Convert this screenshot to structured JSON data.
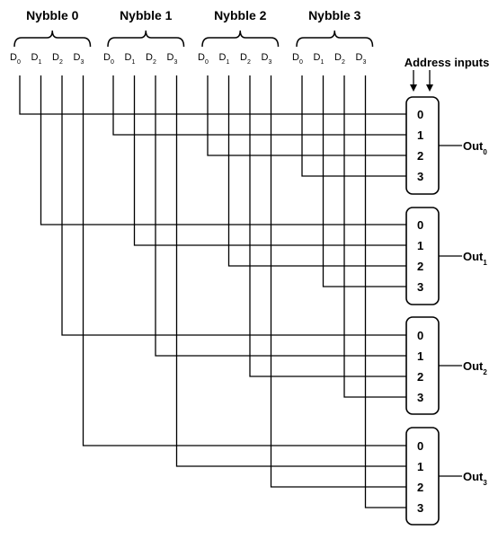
{
  "nybbles": [
    {
      "label": "Nybble 0",
      "bits": [
        "D0",
        "D1",
        "D2",
        "D3"
      ]
    },
    {
      "label": "Nybble 1",
      "bits": [
        "D0",
        "D1",
        "D2",
        "D3"
      ]
    },
    {
      "label": "Nybble 2",
      "bits": [
        "D0",
        "D1",
        "D2",
        "D3"
      ]
    },
    {
      "label": "Nybble 3",
      "bits": [
        "D0",
        "D1",
        "D2",
        "D3"
      ]
    }
  ],
  "address_label": "Address inputs",
  "muxes": [
    {
      "inputs": [
        "0",
        "1",
        "2",
        "3"
      ],
      "output": "Out0"
    },
    {
      "inputs": [
        "0",
        "1",
        "2",
        "3"
      ],
      "output": "Out1"
    },
    {
      "inputs": [
        "0",
        "1",
        "2",
        "3"
      ],
      "output": "Out2"
    },
    {
      "inputs": [
        "0",
        "1",
        "2",
        "3"
      ],
      "output": "Out3"
    }
  ]
}
